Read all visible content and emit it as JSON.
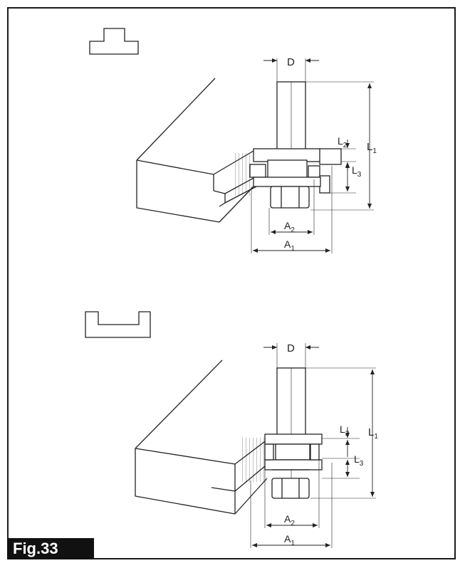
{
  "figure": {
    "label": "Fig.33",
    "top_diagram": {
      "dim_D": "D",
      "dim_L1": "L",
      "dim_L1_sub": "1",
      "dim_L2": "L",
      "dim_L2_sub": "2",
      "dim_L3": "L",
      "dim_L3_sub": "3",
      "dim_A1": "A",
      "dim_A1_sub": "1",
      "dim_A2": "A",
      "dim_A2_sub": "2"
    },
    "bottom_diagram": {
      "dim_D": "D",
      "dim_L1": "L",
      "dim_L1_sub": "1",
      "dim_L2": "L",
      "dim_L2_sub": "2",
      "dim_L3": "L",
      "dim_L3_sub": "3",
      "dim_A1": "A",
      "dim_A1_sub": "1",
      "dim_A2": "A",
      "dim_A2_sub": "2"
    }
  }
}
